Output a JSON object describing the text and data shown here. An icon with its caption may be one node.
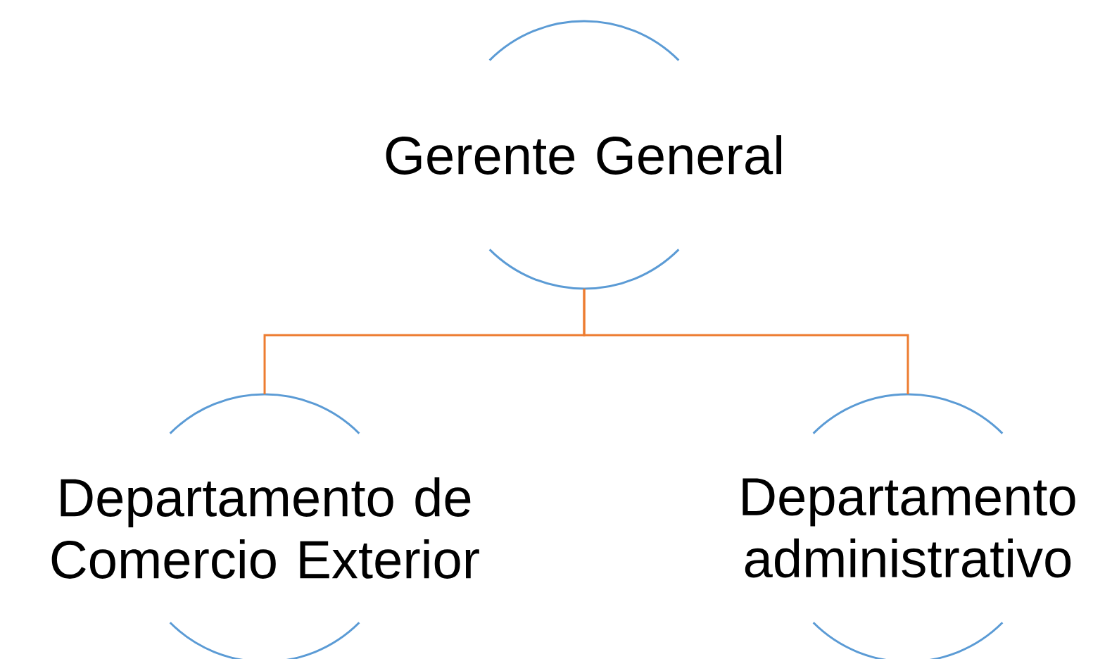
{
  "diagram": {
    "nodes": [
      {
        "text": [
          "Gerente General"
        ]
      },
      {
        "text": [
          "Departamento  de Comercio Exterior"
        ]
      },
      {
        "text": [
          "Departamento administrativo"
        ]
      }
    ],
    "edges": [
      {
        "from": 0,
        "to": 1,
        "arrow": "none"
      },
      {
        "from": 0,
        "to": 2,
        "arrow": "none"
      }
    ]
  }
}
